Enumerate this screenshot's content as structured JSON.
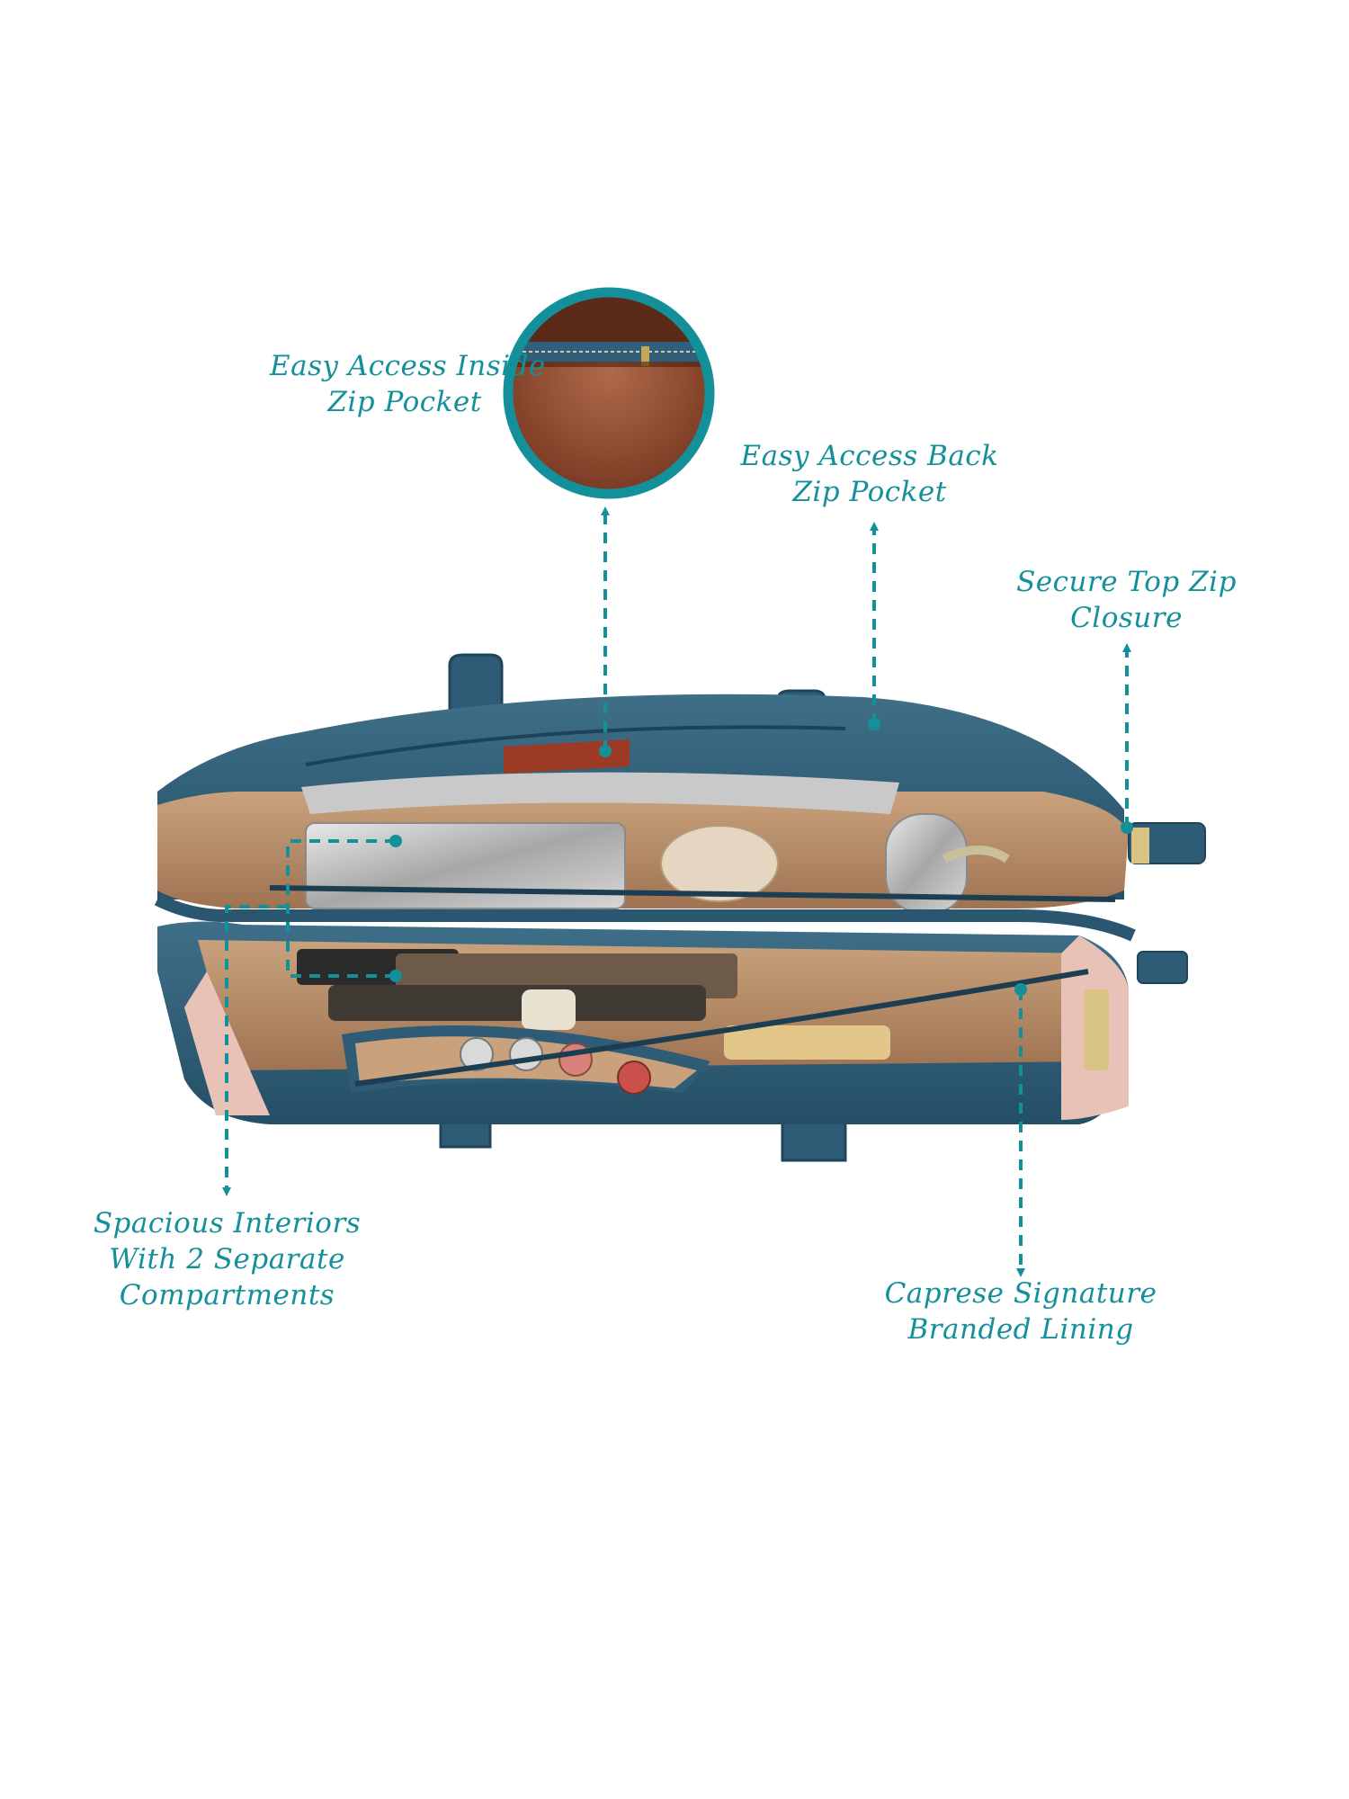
{
  "accent_color": "#13909a",
  "callouts": {
    "inside_zip": {
      "line1": "Easy Access Inside",
      "line2": "Zip Pocket"
    },
    "back_pocket": {
      "line1": "Easy Access Back",
      "line2": "Zip Pocket"
    },
    "top_zip": {
      "line1": "Secure Top Zip",
      "line2": "Closure"
    },
    "interiors": {
      "line1": "Spacious Interiors",
      "line2": "With 2 Separate",
      "line3": "Compartments"
    },
    "lining": {
      "line1": "Caprese Signature",
      "line2": "Branded Lining"
    }
  },
  "illustration": {
    "subject": "handbag-top-view",
    "inset": "inside-zip-pocket-closeup"
  }
}
